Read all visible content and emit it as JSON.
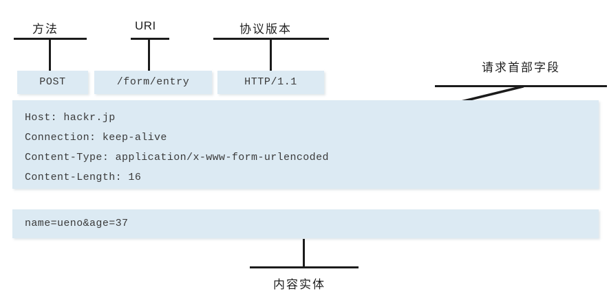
{
  "diagram": {
    "title": "HTTP request message structure",
    "colors": {
      "panel_fill": "#dceaf3",
      "ink": "#1b1b1b",
      "text": "#3a3a3a",
      "background": "#ffffff"
    }
  },
  "request_line": {
    "method": "POST",
    "uri": "/form/entry",
    "version": "HTTP/1.1"
  },
  "annotations": {
    "method_label": "方法",
    "uri_label": "URI",
    "version_label": "协议版本",
    "header_label": "请求首部字段",
    "body_label": "内容实体"
  },
  "headers": {
    "lines": [
      "Host: hackr.jp",
      "Connection: keep-alive",
      "Content-Type: application/x-www-form-urlencoded",
      "Content-Length: 16"
    ]
  },
  "body": {
    "lines": [
      "name=ueno&age=37"
    ]
  }
}
